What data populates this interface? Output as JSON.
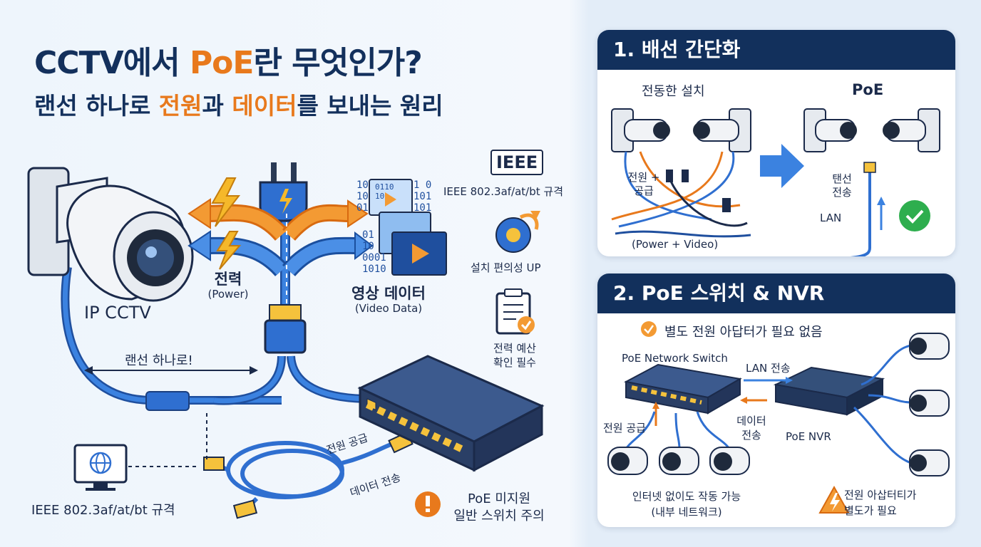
{
  "title": {
    "line1_part1": "CCTV에서 ",
    "line1_highlight": "PoE",
    "line1_part2": "란 무엇인가?",
    "line2_part1": "랜선 하나로 ",
    "line2_highlight1": "전원",
    "line2_part2": "과 ",
    "line2_highlight2": "데이터",
    "line2_part3": "를 보내는 원리"
  },
  "main_diagram": {
    "camera_label": "IP CCTV",
    "power_label": "전력",
    "power_sub": "(Power)",
    "video_label": "영상 데이터",
    "video_sub": "(Video Data)",
    "one_cable_label": "랜선 하나로!",
    "ieee_badge": "IEEE",
    "ieee_spec": "IEEE 802.3af/at/bt 규격",
    "ieee_spec_bottom": "IEEE 802.3af/at/bt 규격",
    "install_label": "설치 편의성 UP",
    "power_budget_line1": "전력 예산",
    "power_budget_line2": "확인 필수",
    "cable_power": "전원 공급",
    "cable_data": "데이터 전송",
    "warning_line1": "PoE 미지원",
    "warning_line2": "일반 스위치 주의",
    "binary_left": [
      "10",
      "10",
      "01",
      "01",
      "10",
      "0001",
      "1010"
    ],
    "binary_right": [
      "1  0",
      "101",
      "101"
    ],
    "binary_screen": [
      "0110",
      "10"
    ]
  },
  "panel1": {
    "header": "1. 배선 간단화",
    "left_title": "전동한 설치",
    "left_label_line1": "전원 +",
    "left_label_line2": "공급",
    "left_caption": "(Power + Video)",
    "right_title": "PoE",
    "right_label_line1": "탠선",
    "right_label_line2": "전송",
    "right_lan": "LAN"
  },
  "panel2": {
    "header": "2. PoE 스위치 & NVR",
    "benefit": "별도 전원 아답터가 필요 없음",
    "switch_label": "PoE Network Switch",
    "lan_label": "LAN 전송",
    "nvr_label": "PoE NVR",
    "power_supply": "전원 공급",
    "data_line1": "데이터",
    "data_line2": "전송",
    "offline_line1": "인터넷 없이도 작동 가능",
    "offline_line2": "(내부 네트워크)",
    "warn_line1": "전원 아삽터티가",
    "warn_line2": "별도가 필요"
  },
  "colors": {
    "navy": "#12305c",
    "orange": "#e8791c",
    "cable_blue": "#2f6fd0",
    "green": "#2eae4e"
  }
}
